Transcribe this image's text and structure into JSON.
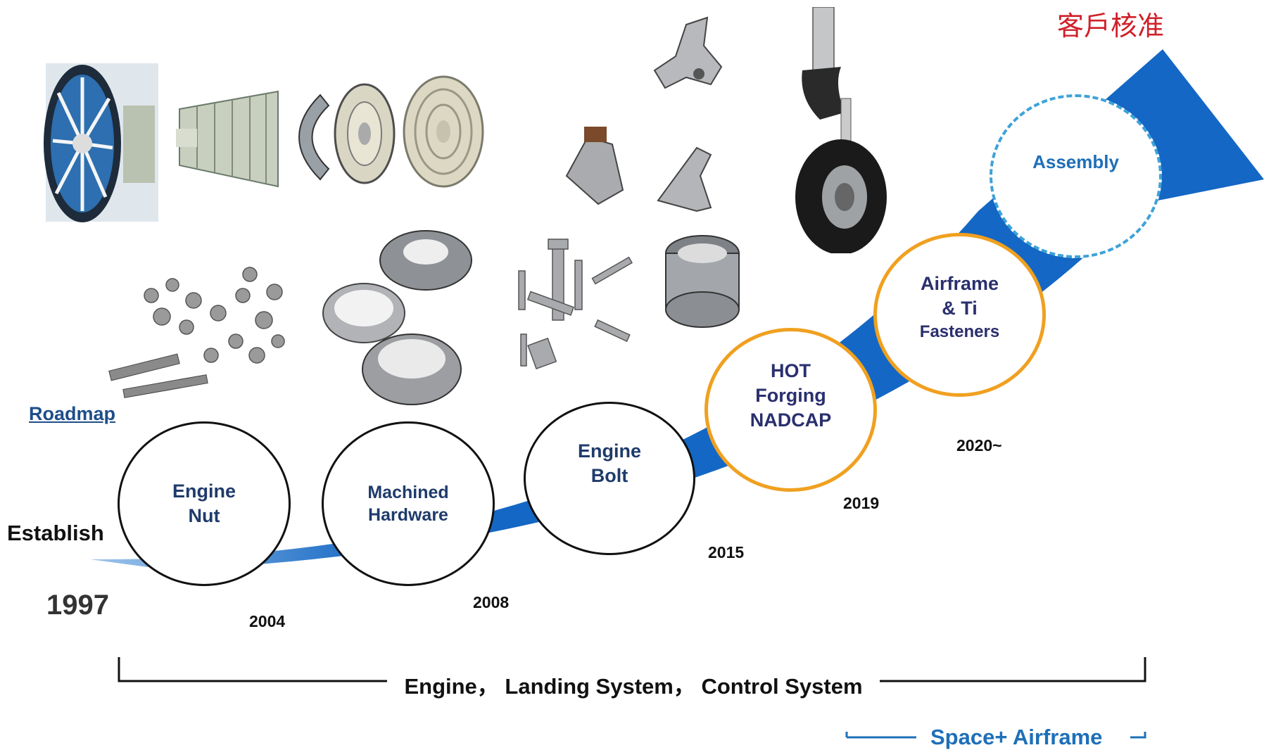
{
  "header": {
    "label": "客戶核准",
    "color": "#d0202a"
  },
  "roadmap_link": {
    "label": "Roadmap",
    "color": "#1f4e89"
  },
  "start": {
    "label": "Establish",
    "year": "1997"
  },
  "milestones": [
    {
      "lines": [
        "Engine",
        "Nut"
      ],
      "year": "2004"
    },
    {
      "lines": [
        "Machined",
        "Hardware"
      ],
      "year": "2008"
    },
    {
      "lines": [
        "Engine",
        "Bolt"
      ],
      "year": "2015"
    },
    {
      "lines": [
        "HOT",
        "Forging",
        "NADCAP"
      ],
      "year": "2019"
    },
    {
      "lines": [
        "Airframe",
        "& Ti",
        "Fasteners"
      ],
      "year": "2020~"
    },
    {
      "lines": [
        "Assembly"
      ]
    }
  ],
  "scope": {
    "label": "Engine， Landing System， Control System"
  },
  "future_scope": {
    "label": "Space+ Airframe",
    "color": "#1e6fb8"
  },
  "colors": {
    "arrow": "#1467c4",
    "black_ring": "#111111",
    "orange_ring": "#f0a020",
    "dashed_ring": "#3fa2d8"
  },
  "icons": [
    "engine-cutaway-icon",
    "compressor-icon",
    "fan-disk-icon",
    "turbine-ring-icon",
    "nuts-collection-icon",
    "machined-rings-icon",
    "bolts-collection-icon",
    "bracket-parts-icon",
    "forged-ring-icon",
    "landing-gear-icon"
  ]
}
